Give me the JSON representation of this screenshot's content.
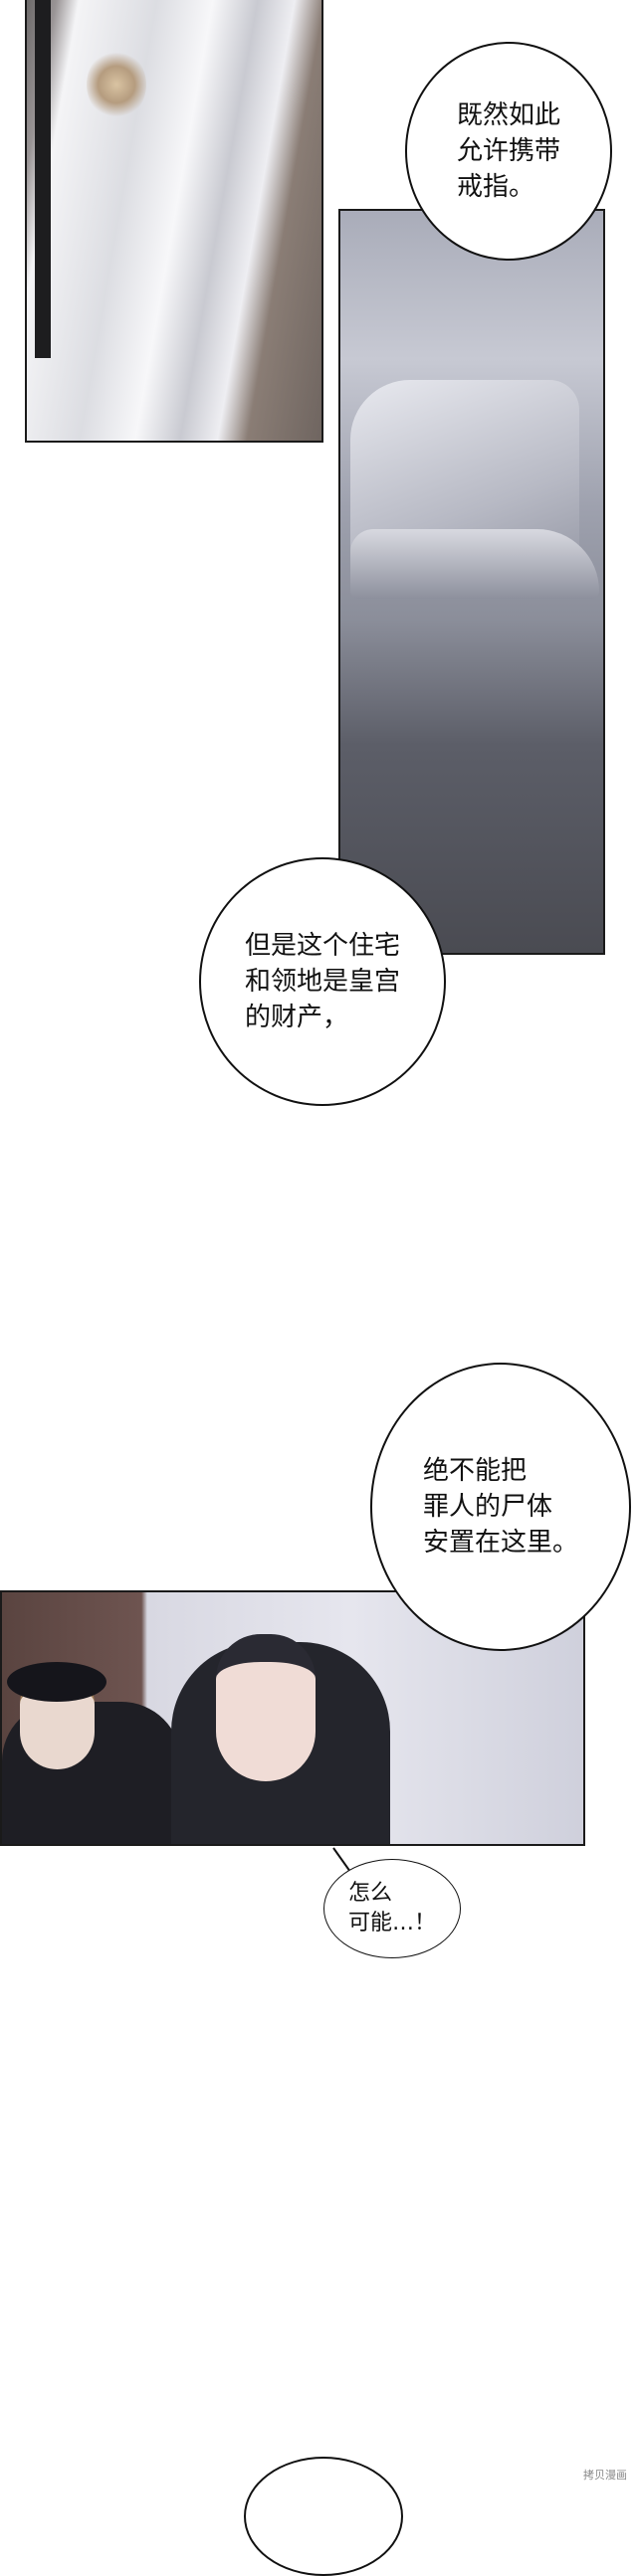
{
  "bubbles": [
    {
      "text": "既然如此\n允许携带\n戒指。"
    },
    {
      "text": "但是这个住宅\n和领地是皇宫\n的财产，"
    },
    {
      "text": "绝不能把\n罪人的尸体\n安置在这里。"
    },
    {
      "text": "怎么\n可能…！"
    }
  ],
  "watermark": "拷贝漫画"
}
